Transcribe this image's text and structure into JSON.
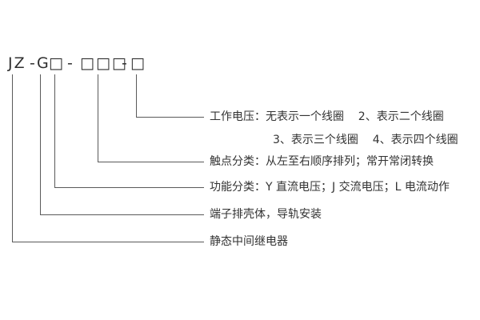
{
  "model_code": {
    "segments": [
      "JZ",
      "-",
      "G",
      "□",
      "-",
      "□□□",
      "-",
      "□"
    ]
  },
  "callouts": {
    "working_voltage_line1": "工作电压：无表示一个线圈    2、表示二个线圈",
    "working_voltage_line2": "3、表示三个线圈    4、表示四个线圈",
    "contact_class": "触点分类：从左至右顺序排列；常开常闭转换",
    "function_class": "功能分类：Y 直流电压；J 交流电压；L 电流动作",
    "housing": "端子排壳体，导轨安装",
    "relay_type": "静态中间继电器"
  }
}
